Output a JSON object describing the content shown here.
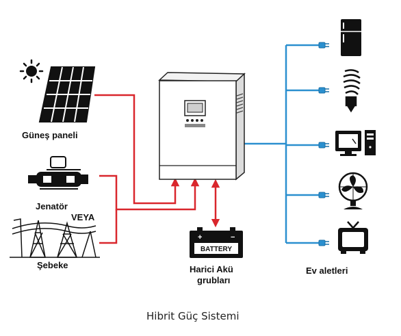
{
  "sources": {
    "solar_label": "Güneş paneli",
    "generator_label": "Jenatör",
    "or_label": "VEYA",
    "grid_label": "Şebeke"
  },
  "battery": {
    "box_text": "BATTERY",
    "label_line1": "Harici Akü",
    "label_line2": "grubları"
  },
  "appliances": {
    "label": "Ev aletleri",
    "items": [
      "refrigerator-icon",
      "lightbulb-icon",
      "computer-icon",
      "fan-icon",
      "tv-icon"
    ]
  },
  "caption": "Hibrit Güç Sistemi",
  "colors": {
    "ac_input": "#d9262c",
    "ac_output": "#2a8fcf",
    "outline": "#222222"
  }
}
